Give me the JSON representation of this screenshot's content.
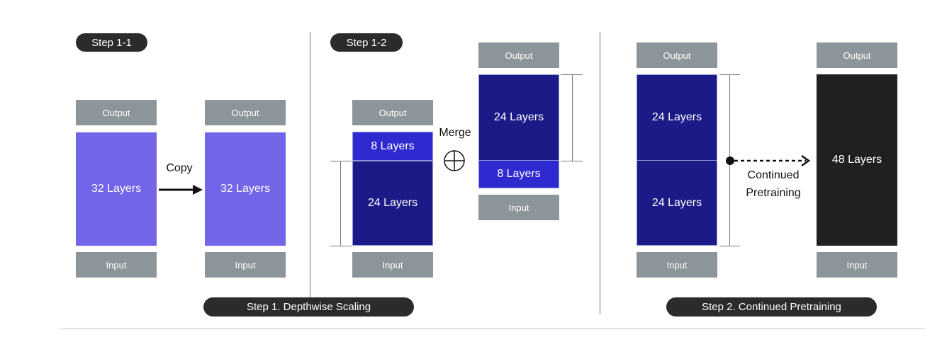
{
  "pills": {
    "step_1_1": "Step 1-1",
    "step_1_2": "Step 1-2",
    "step_1": "Step 1.  Depthwise Scaling",
    "step_2": "Step 2. Continued Pretraining"
  },
  "blocks": {
    "output": "Output",
    "input": "Input",
    "layers_32": "32 Layers",
    "layers_24": "24 Layers",
    "layers_8": "8 Layers",
    "layers_48": "48 Layers"
  },
  "labels": {
    "copy": "Copy",
    "merge": "Merge",
    "continued": "Continued",
    "pretraining": "Pretraining"
  },
  "colors": {
    "gray_block": "#8c959a",
    "purple_block": "#7365e8",
    "navy_block": "#1b1a86",
    "blue_block": "#2f2ad0",
    "black_block": "#202020",
    "pill": "#2b2b2b"
  },
  "icons": [
    "right-arrow-icon",
    "circled-plus-icon",
    "dashed-arrow-icon"
  ]
}
